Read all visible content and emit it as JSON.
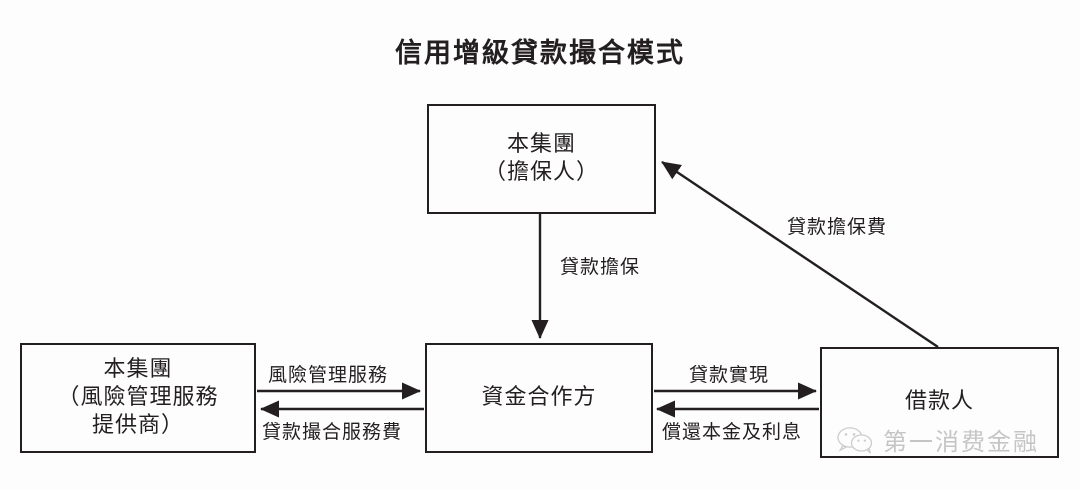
{
  "diagram": {
    "title": "信用增級貸款撮合模式",
    "nodes": [
      {
        "id": "guarantor",
        "name": "本集團（擔保人）",
        "lines": [
          "本集團",
          "（擔保人）"
        ]
      },
      {
        "id": "risk-provider",
        "name": "本集團（風險管理服務提供商）",
        "lines": [
          "本集團",
          "（風險管理服務",
          "提供商）"
        ]
      },
      {
        "id": "funding-partner",
        "name": "資金合作方",
        "lines": [
          "資金合作方"
        ]
      },
      {
        "id": "borrower",
        "name": "借款人",
        "lines": [
          "借款人"
        ]
      }
    ],
    "edges": [
      {
        "id": "loan-guarantee",
        "label": "貸款擔保",
        "from": "guarantor",
        "to": "funding-partner",
        "direction": "down"
      },
      {
        "id": "guarantee-fee",
        "label": "貸款擔保費",
        "from": "borrower",
        "to": "guarantor",
        "direction": "diagonal-up-left"
      },
      {
        "id": "risk-management-service",
        "label": "風險管理服務",
        "from": "risk-provider",
        "to": "funding-partner",
        "direction": "right"
      },
      {
        "id": "loan-matching-service-fee",
        "label": "貸款撮合服務費",
        "from": "funding-partner",
        "to": "risk-provider",
        "direction": "left"
      },
      {
        "id": "loan-realization",
        "label": "貸款實現",
        "from": "funding-partner",
        "to": "borrower",
        "direction": "right"
      },
      {
        "id": "repay-principal-interest",
        "label": "償還本金及利息",
        "from": "borrower",
        "to": "funding-partner",
        "direction": "left"
      }
    ]
  },
  "watermark": {
    "text": "第一消费金融",
    "icon": "wechat-icon"
  },
  "colors": {
    "background": "#fdfdfd",
    "stroke": "#231f20",
    "text": "#231f20",
    "watermark": "#7a7a7a"
  }
}
